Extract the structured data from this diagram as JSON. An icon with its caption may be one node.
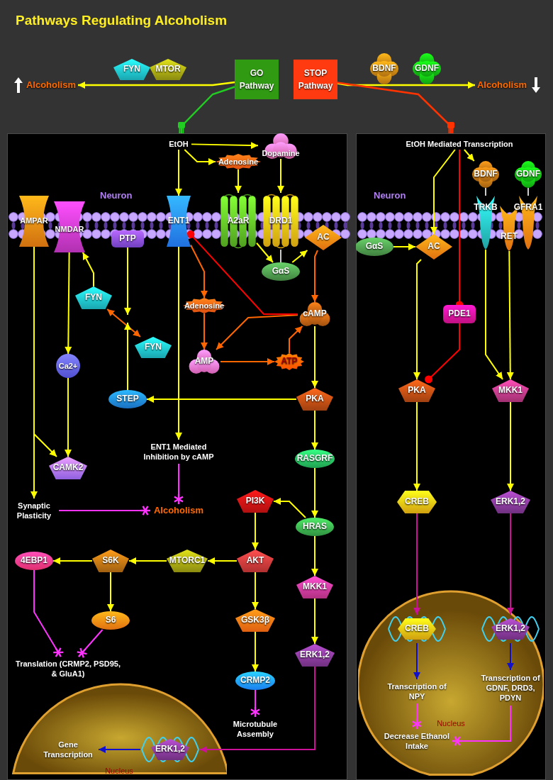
{
  "diagram": {
    "title": "Pathways Regulating Alcoholism",
    "nodes": [
      {
        "text": [
          "Alcoholism"
        ]
      },
      {
        "text": [
          "FYN"
        ]
      },
      {
        "text": [
          "MTOR"
        ]
      },
      {
        "text": [
          "GO Pathway"
        ]
      },
      {
        "text": [
          "STOP Pathway"
        ]
      },
      {
        "text": [
          "BDNF"
        ]
      },
      {
        "text": [
          "GDNF"
        ]
      },
      {
        "text": [
          "Alcoholism"
        ]
      },
      {
        "text": [],
        "shape": "box"
      },
      {
        "text": [],
        "shape": "box"
      },
      {
        "text": [
          "EtOH"
        ],
        "in": 8
      },
      {
        "text": [
          "Dopamine"
        ],
        "in": 8
      },
      {
        "text": [
          "Adenosine"
        ],
        "in": 8
      },
      {
        "text": [
          "AMPAR"
        ],
        "in": 8
      },
      {
        "text": [
          "NMDAR"
        ],
        "in": 8
      },
      {
        "text": [
          "PTP"
        ],
        "in": 8
      },
      {
        "text": [
          "ENT1"
        ],
        "in": 8
      },
      {
        "text": [
          "A2aR"
        ],
        "in": 8
      },
      {
        "text": [
          "DRD1"
        ],
        "in": 8
      },
      {
        "text": [
          "AC"
        ],
        "in": 8
      },
      {
        "text": [
          "GαS"
        ],
        "in": 8
      },
      {
        "text": [
          "FYN"
        ],
        "in": 8
      },
      {
        "text": [
          "Adenosine"
        ],
        "in": 8
      },
      {
        "text": [
          "cAMP"
        ],
        "in": 8
      },
      {
        "text": [
          "FYN"
        ],
        "in": 8
      },
      {
        "text": [
          "Ca2+"
        ],
        "in": 8
      },
      {
        "text": [
          "AMP"
        ],
        "in": 8
      },
      {
        "text": [
          "ATP"
        ],
        "in": 8
      },
      {
        "text": [
          "STEP"
        ],
        "in": 8
      },
      {
        "text": [
          "PKA"
        ],
        "in": 8
      },
      {
        "text": [
          "ENT1 Mediated Inhibition by cAMP"
        ],
        "in": 8
      },
      {
        "text": [
          "CAMK2"
        ],
        "in": 8
      },
      {
        "text": [
          "RASGRF"
        ],
        "in": 8
      },
      {
        "text": [
          "Synaptic Plasticity"
        ],
        "in": 8
      },
      {
        "text": [
          "Alcoholism"
        ],
        "in": 8
      },
      {
        "text": [
          "PI3K"
        ],
        "in": 8
      },
      {
        "text": [
          "HRAS"
        ],
        "in": 8
      },
      {
        "text": [
          "4EBP1"
        ],
        "in": 8
      },
      {
        "text": [
          "S6K"
        ],
        "in": 8
      },
      {
        "text": [
          "MTORC1"
        ],
        "in": 8
      },
      {
        "text": [
          "AKT"
        ],
        "in": 8
      },
      {
        "text": [
          "MKK1"
        ],
        "in": 8
      },
      {
        "text": [
          "S6"
        ],
        "in": 8
      },
      {
        "text": [
          "GSK3β"
        ],
        "in": 8
      },
      {
        "text": [
          "ERK1,2"
        ],
        "in": 8
      },
      {
        "text": [
          "Translation (CRMP2, PSD95, & GluA1)"
        ],
        "in": 8
      },
      {
        "text": [
          "CRMP2"
        ],
        "in": 8
      },
      {
        "text": [
          "Microtubule Assembly"
        ],
        "in": 8
      },
      {
        "text": [
          "Nucleus"
        ],
        "in": 8
      },
      {
        "text": [
          "Gene Transcription"
        ],
        "in": 48
      },
      {
        "text": [
          "ERK1,2"
        ],
        "in": 48
      },
      {
        "text": [
          "EtOH Mediated Transcription"
        ],
        "in": 9
      },
      {
        "text": [
          "BDNF"
        ],
        "in": 9
      },
      {
        "text": [
          "GDNF"
        ],
        "in": 9
      },
      {
        "text": [
          "TRKB"
        ],
        "in": 9
      },
      {
        "text": [
          "RET"
        ],
        "in": 9
      },
      {
        "text": [
          "GFRA1"
        ],
        "in": 9
      },
      {
        "text": [
          "GαS"
        ],
        "in": 9
      },
      {
        "text": [
          "AC"
        ],
        "in": 9
      },
      {
        "text": [
          "PDE1"
        ],
        "in": 9
      },
      {
        "text": [
          "PKA"
        ],
        "in": 9
      },
      {
        "text": [
          "MKK1"
        ],
        "in": 9
      },
      {
        "text": [
          "CREB"
        ],
        "in": 9
      },
      {
        "text": [
          "ERK1,2"
        ],
        "in": 9
      },
      {
        "text": [
          "Nucleus"
        ],
        "in": 9
      },
      {
        "text": [
          "CREB"
        ],
        "in": 64
      },
      {
        "text": [
          "ERK1,2"
        ],
        "in": 64
      },
      {
        "text": [
          "Transcription of NPY"
        ],
        "in": 64
      },
      {
        "text": [
          "Transcription of GDNF, DRD3, PDYN"
        ],
        "in": 64
      },
      {
        "text": [
          "Decrease Ethanol Intake"
        ],
        "in": 64
      }
    ],
    "edges": [
      {
        "from": 3,
        "to": 0,
        "arrow": "to"
      },
      {
        "from": 4,
        "to": 7,
        "arrow": "to"
      },
      {
        "from": 3,
        "to": 8,
        "arrow": "other",
        "color": "#22cc22"
      },
      {
        "from": 4,
        "to": 9,
        "arrow": "other",
        "color": "#ff3300"
      },
      {
        "from": 10,
        "to": 11,
        "arrow": "to"
      },
      {
        "from": 10,
        "to": 12,
        "arrow": "to"
      },
      {
        "from": 10,
        "to": 16,
        "arrow": "to"
      },
      {
        "from": 12,
        "to": 17,
        "arrow": "to"
      },
      {
        "from": 11,
        "to": 18,
        "arrow": "to"
      },
      {
        "from": 17,
        "to": 20,
        "arrow": "to"
      },
      {
        "from": 18,
        "to": 20,
        "arrow": "none",
        "color": "#cccccc"
      },
      {
        "from": 20,
        "to": 19,
        "arrow": "to"
      },
      {
        "from": 19,
        "to": 23,
        "arrow": "to",
        "color": "#ff6600"
      },
      {
        "from": 16,
        "to": 22,
        "arrow": "to",
        "color": "#ff6600"
      },
      {
        "from": 22,
        "to": 26,
        "arrow": "to",
        "color": "#ff6600"
      },
      {
        "from": 23,
        "to": 26,
        "arrow": "to",
        "color": "#ff6600"
      },
      {
        "from": 26,
        "to": 27,
        "arrow": "to",
        "color": "#ff6600"
      },
      {
        "from": 27,
        "to": 23,
        "arrow": "to",
        "color": "#ff6600"
      },
      {
        "from": 23,
        "to": 16,
        "arrow": "other",
        "color": "#ff0000"
      },
      {
        "from": 21,
        "to": 14,
        "arrow": "to"
      },
      {
        "from": 21,
        "to": 24,
        "arrow": "both",
        "color": "#ff6600"
      },
      {
        "from": 15,
        "to": null,
        "arrow": "to"
      },
      {
        "from": 28,
        "to": null,
        "arrow": "to"
      },
      {
        "from": 29,
        "to": 28,
        "arrow": "to"
      },
      {
        "from": 23,
        "to": 29,
        "arrow": "to"
      },
      {
        "from": 16,
        "to": 30,
        "arrow": "to"
      },
      {
        "from": 30,
        "to": 34,
        "arrow": "other",
        "color": "#ff33ff"
      },
      {
        "from": 33,
        "to": 34,
        "arrow": "other",
        "color": "#ff33ff"
      },
      {
        "from": 13,
        "to": 33,
        "arrow": "to"
      },
      {
        "from": 13,
        "to": 31,
        "arrow": "to"
      },
      {
        "from": 14,
        "to": 25,
        "arrow": "to"
      },
      {
        "from": 25,
        "to": 31,
        "arrow": "to"
      },
      {
        "from": 29,
        "to": 32,
        "arrow": "to"
      },
      {
        "from": 32,
        "to": 36,
        "arrow": "to"
      },
      {
        "from": 36,
        "to": 35,
        "arrow": "to"
      },
      {
        "from": 36,
        "to": 41,
        "arrow": "to"
      },
      {
        "from": 35,
        "to": 40,
        "arrow": "to"
      },
      {
        "from": 40,
        "to": 39,
        "arrow": "to"
      },
      {
        "from": 39,
        "to": 38,
        "arrow": "to"
      },
      {
        "from": 38,
        "to": 37,
        "arrow": "to"
      },
      {
        "from": 38,
        "to": 42,
        "arrow": "to"
      },
      {
        "from": 40,
        "to": 43,
        "arrow": "to"
      },
      {
        "from": 43,
        "to": 46,
        "arrow": "to"
      },
      {
        "from": 46,
        "to": 47,
        "arrow": "other",
        "color": "#ff33ff"
      },
      {
        "from": 37,
        "to": 45,
        "arrow": "other",
        "color": "#ff33ff"
      },
      {
        "from": 42,
        "to": 45,
        "arrow": "other",
        "color": "#ff33ff"
      },
      {
        "from": 41,
        "to": 44,
        "arrow": "to"
      },
      {
        "from": 44,
        "to": 50,
        "arrow": "to",
        "color": "#cc1199"
      },
      {
        "from": 50,
        "to": 49,
        "arrow": "to",
        "color": "#1010cc"
      },
      {
        "from": 51,
        "to": 58,
        "arrow": "to"
      },
      {
        "from": 51,
        "to": 52,
        "arrow": "to"
      },
      {
        "from": 51,
        "to": 59,
        "arrow": "other",
        "color": "#ff0000"
      },
      {
        "from": 57,
        "to": 58,
        "arrow": "to"
      },
      {
        "from": 58,
        "to": 60,
        "arrow": "to"
      },
      {
        "from": 59,
        "to": 60,
        "arrow": "other",
        "color": "#ff0000"
      },
      {
        "from": 52,
        "to": 54,
        "arrow": "none",
        "color": "#cccccc"
      },
      {
        "from": 53,
        "to": 56,
        "arrow": "none",
        "color": "#cccccc"
      },
      {
        "from": 54,
        "to": 61,
        "arrow": "to"
      },
      {
        "from": 55,
        "to": 61,
        "arrow": "to"
      },
      {
        "from": 60,
        "to": 62,
        "arrow": "to"
      },
      {
        "from": 61,
        "to": 63,
        "arrow": "to"
      },
      {
        "from": 62,
        "to": 65,
        "arrow": "to",
        "color": "#cc1199"
      },
      {
        "from": 63,
        "to": 66,
        "arrow": "to",
        "color": "#cc1199"
      },
      {
        "from": 65,
        "to": 67,
        "arrow": "to",
        "color": "#1010cc"
      },
      {
        "from": 66,
        "to": 68,
        "arrow": "to",
        "color": "#1010cc"
      },
      {
        "from": 67,
        "to": 69,
        "arrow": "other",
        "color": "#ff33ff"
      },
      {
        "from": 68,
        "to": 69,
        "arrow": "other",
        "color": "#ff33ff"
      }
    ],
    "labels": [
      "Neuron",
      "Neuron"
    ]
  }
}
